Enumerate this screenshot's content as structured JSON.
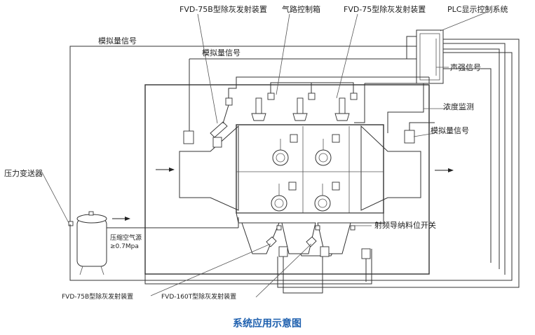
{
  "colors": {
    "line": "#333333",
    "text": "#222222",
    "caption": "#1d5fae",
    "background": "#ffffff"
  },
  "labels": {
    "fvd75b_top": "FVD-75B型除灰发射装置",
    "gas_box": "气路控制箱",
    "fvd75_top": "FVD-75型除灰发射装置",
    "plc": "PLC显示控制系统",
    "analog_signal_1": "模拟量信号",
    "analog_signal_2": "模拟量信号",
    "acoustic_signal": "声强信号",
    "concentration_monitor": "浓度监测",
    "analog_signal_3": "模拟量信号",
    "pressure_transmitter": "压力变送器",
    "compressed_air_line1": "压缩空气源",
    "compressed_air_line2": "≥0.7Mpa",
    "rf_level_switch": "射频导纳料位开关",
    "fvd75b_bottom": "FVD-75B型除灰发射装置",
    "fvd160t_bottom": "FVD-160T型除灰发射装置"
  },
  "caption": "系统应用示意图"
}
